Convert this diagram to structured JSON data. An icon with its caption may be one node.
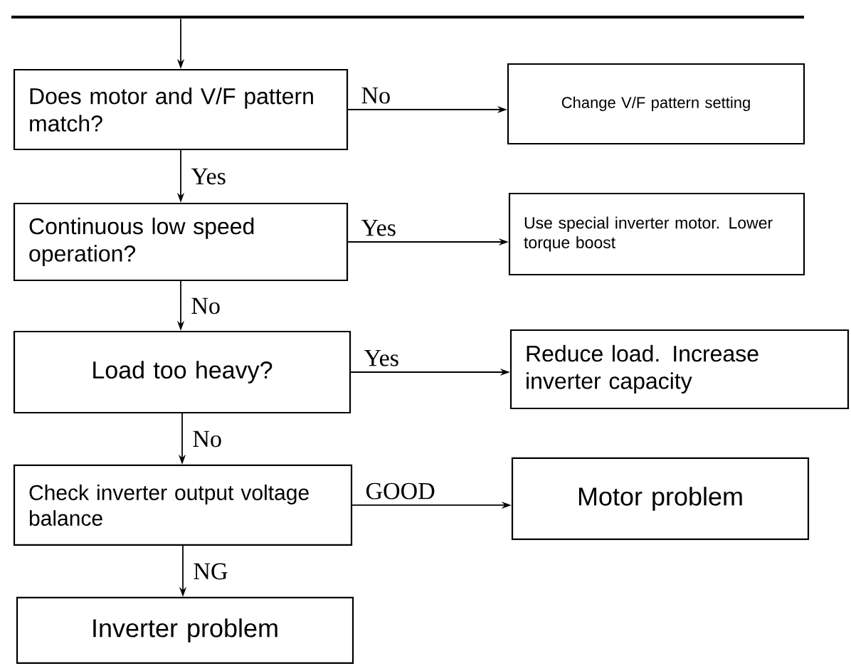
{
  "diagram": {
    "nodes": [
      {
        "text": [],
        "shape": "bar"
      },
      {
        "text": [
          "Does motor and V/F pattern match?"
        ]
      },
      {
        "text": [
          "Change V/F pattern setting"
        ]
      },
      {
        "text": [
          "Continuous low speed operation?"
        ]
      },
      {
        "text": [
          "Use special inverter motor. Lower torque boost"
        ]
      },
      {
        "text": [
          "Load too heavy?"
        ]
      },
      {
        "text": [
          "Reduce load. Increase inverter capacity"
        ]
      },
      {
        "text": [
          "Check inverter output voltage balance"
        ]
      },
      {
        "text": [
          "Motor problem"
        ]
      },
      {
        "text": [
          "Inverter problem"
        ]
      }
    ],
    "edges": [
      {
        "from": 0,
        "to": 1,
        "arrow": "to"
      },
      {
        "from": 1,
        "to": 2,
        "arrow": "to",
        "label": "No"
      },
      {
        "from": 1,
        "to": 3,
        "arrow": "to",
        "label": "Yes"
      },
      {
        "from": 3,
        "to": 4,
        "arrow": "to",
        "label": "Yes"
      },
      {
        "from": 3,
        "to": 5,
        "arrow": "to",
        "label": "No"
      },
      {
        "from": 5,
        "to": 6,
        "arrow": "to",
        "label": "Yes"
      },
      {
        "from": 5,
        "to": 7,
        "arrow": "to",
        "label": "No"
      },
      {
        "from": 7,
        "to": 8,
        "arrow": "to",
        "label": "GOOD"
      },
      {
        "from": 7,
        "to": 9,
        "arrow": "to",
        "label": "NG"
      }
    ]
  }
}
